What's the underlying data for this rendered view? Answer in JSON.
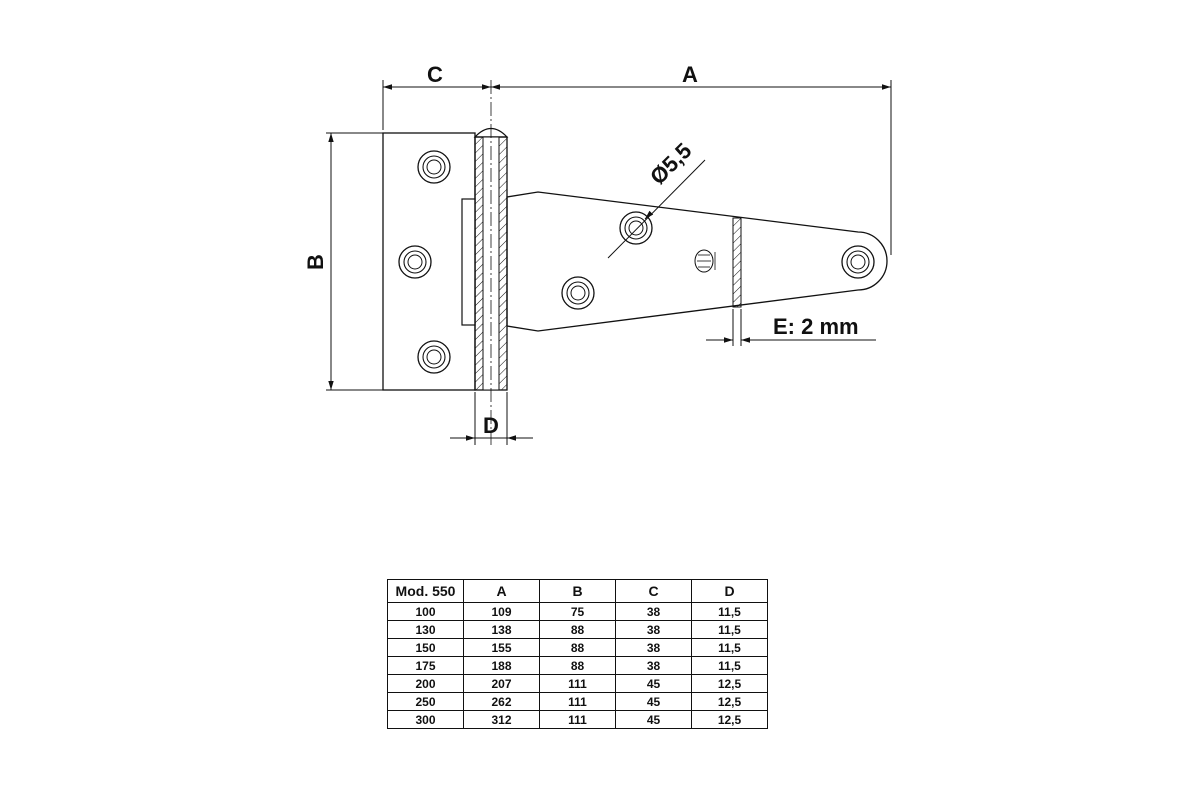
{
  "drawing": {
    "dim_a": "A",
    "dim_b": "B",
    "dim_c": "C",
    "dim_d": "D",
    "hole_diameter": "Ø5,5",
    "thickness": "E: 2 mm"
  },
  "table": {
    "headers": [
      "Mod. 550",
      "A",
      "B",
      "C",
      "D"
    ],
    "rows": [
      [
        "100",
        "109",
        "75",
        "38",
        "11,5"
      ],
      [
        "130",
        "138",
        "88",
        "38",
        "11,5"
      ],
      [
        "150",
        "155",
        "88",
        "38",
        "11,5"
      ],
      [
        "175",
        "188",
        "88",
        "38",
        "11,5"
      ],
      [
        "200",
        "207",
        "111",
        "45",
        "12,5"
      ],
      [
        "250",
        "262",
        "111",
        "45",
        "12,5"
      ],
      [
        "300",
        "312",
        "111",
        "45",
        "12,5"
      ]
    ]
  }
}
